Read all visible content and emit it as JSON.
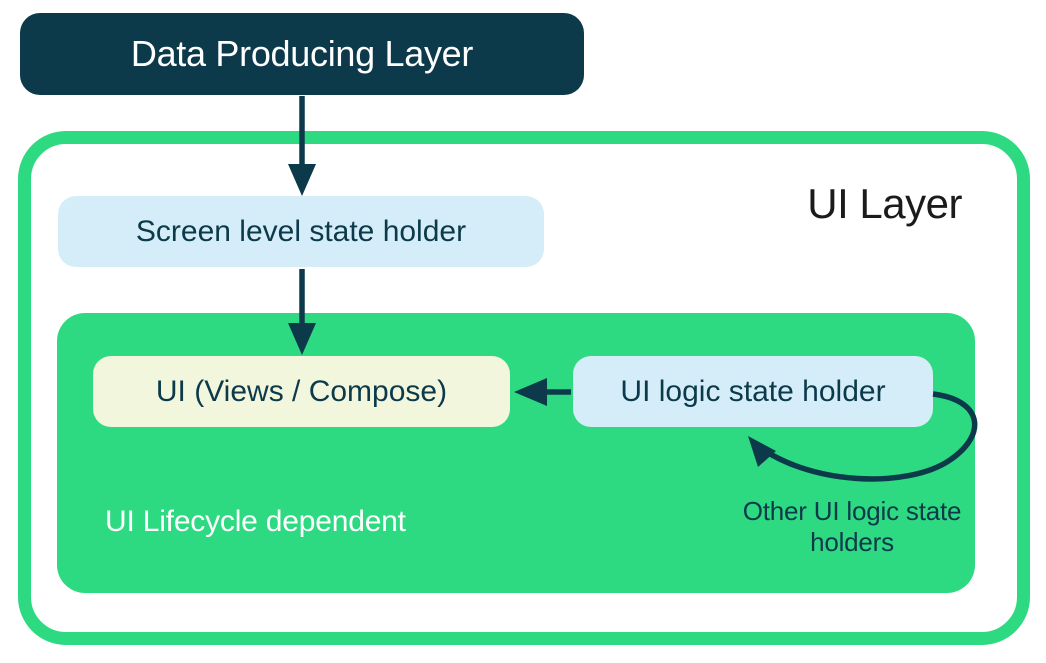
{
  "colors": {
    "navy": "#0c3a4a",
    "green": "#2eda81",
    "light_blue": "#d4edf9",
    "cream": "#f2f6dd",
    "canvas_bg": "#ffffff",
    "ui_layer_text": "#1b1b1b",
    "box_text_light": "#ffffff"
  },
  "boxes": {
    "data_producing": {
      "label": "Data Producing Layer"
    },
    "ui_layer": {
      "label": "UI Layer"
    },
    "screen_state_holder": {
      "label": "Screen level state holder"
    },
    "ui_views_compose": {
      "label": "UI (Views / Compose)"
    },
    "ui_logic_state_holder": {
      "label": "UI logic state holder"
    },
    "lifecycle": {
      "label": "UI Lifecycle dependent"
    },
    "other_holders": {
      "label": "Other UI logic state holders"
    }
  },
  "edges": [
    {
      "from": "Data Producing Layer",
      "to": "Screen level state holder",
      "style": "straight-down"
    },
    {
      "from": "Screen level state holder",
      "to": "UI (Views / Compose)",
      "style": "straight-down"
    },
    {
      "from": "UI logic state holder",
      "to": "UI (Views / Compose)",
      "style": "straight-left"
    },
    {
      "from": "Other UI logic state holders",
      "to": "UI logic state holder",
      "style": "curved-loop"
    }
  ]
}
